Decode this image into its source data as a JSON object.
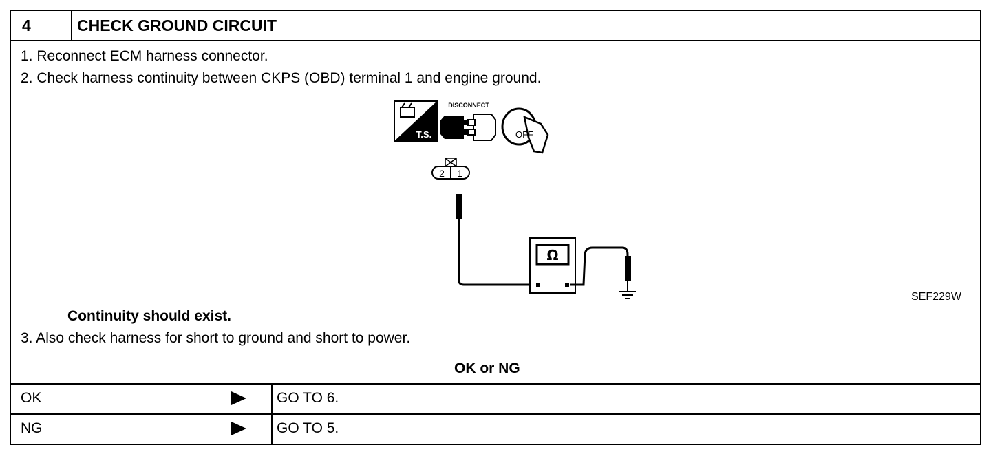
{
  "header": {
    "step_number": "4",
    "title": "CHECK GROUND CIRCUIT"
  },
  "instructions": [
    "1.  Reconnect ECM harness connector.",
    "2.  Check harness continuity between CKPS (OBD) terminal 1 and engine ground."
  ],
  "diagram": {
    "ts_label": "T.S.",
    "disconnect_label": "DISCONNECT",
    "key_label": "OFF",
    "connector_pins": [
      "2",
      "1"
    ],
    "meter_symbol": "Ω",
    "figure_id": "SEF229W"
  },
  "spec_note": "Continuity should exist.",
  "instruction_3": "3.  Also check harness for short to ground and short to power.",
  "result_heading": "OK or NG",
  "results": [
    {
      "label": "OK",
      "action": "GO TO 6."
    },
    {
      "label": "NG",
      "action": "GO TO 5."
    }
  ]
}
